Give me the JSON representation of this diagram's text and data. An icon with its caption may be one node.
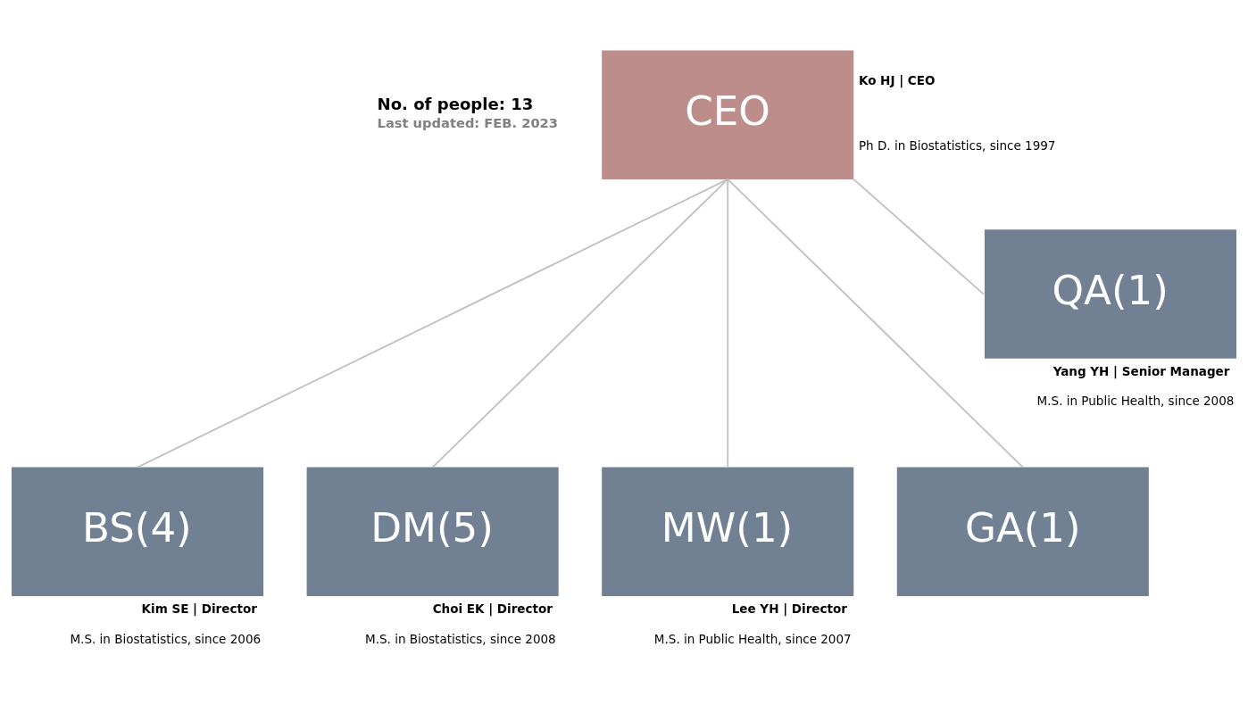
{
  "diagram": {
    "nodes": [
      {
        "text": [
          "CEO"
        ],
        "beside": [
          "Ko HJ | CEO",
          "Ph D. in Biostatistics, since 1997"
        ]
      },
      {
        "text": [
          "QA(1)"
        ],
        "beside": [
          "Yang YH | Senior Manager",
          "M.S. in Public Health, since 2008"
        ]
      },
      {
        "text": [
          "BS(4)"
        ],
        "beside": [
          "Kim SE | Director",
          "M.S. in Biostatistics, since 2006"
        ]
      },
      {
        "text": [
          "DM(5)"
        ],
        "beside": [
          "Choi EK | Director",
          "M.S. in Biostatistics, since 2008"
        ]
      },
      {
        "text": [
          "MW(1)"
        ],
        "beside": [
          "Lee YH | Director",
          "M.S. in Public Health, since 2007"
        ]
      },
      {
        "text": [
          "GA(1)"
        ]
      }
    ],
    "edges": [
      {
        "from": 0,
        "to": 1,
        "arrow": "none"
      },
      {
        "from": 0,
        "to": 2,
        "arrow": "none"
      },
      {
        "from": 0,
        "to": 3,
        "arrow": "none"
      },
      {
        "from": 0,
        "to": 4,
        "arrow": "none"
      },
      {
        "from": 0,
        "to": 5,
        "arrow": "none"
      }
    ],
    "labels": [
      "No. of people: 13",
      "Last updated: FEB. 2023"
    ]
  }
}
